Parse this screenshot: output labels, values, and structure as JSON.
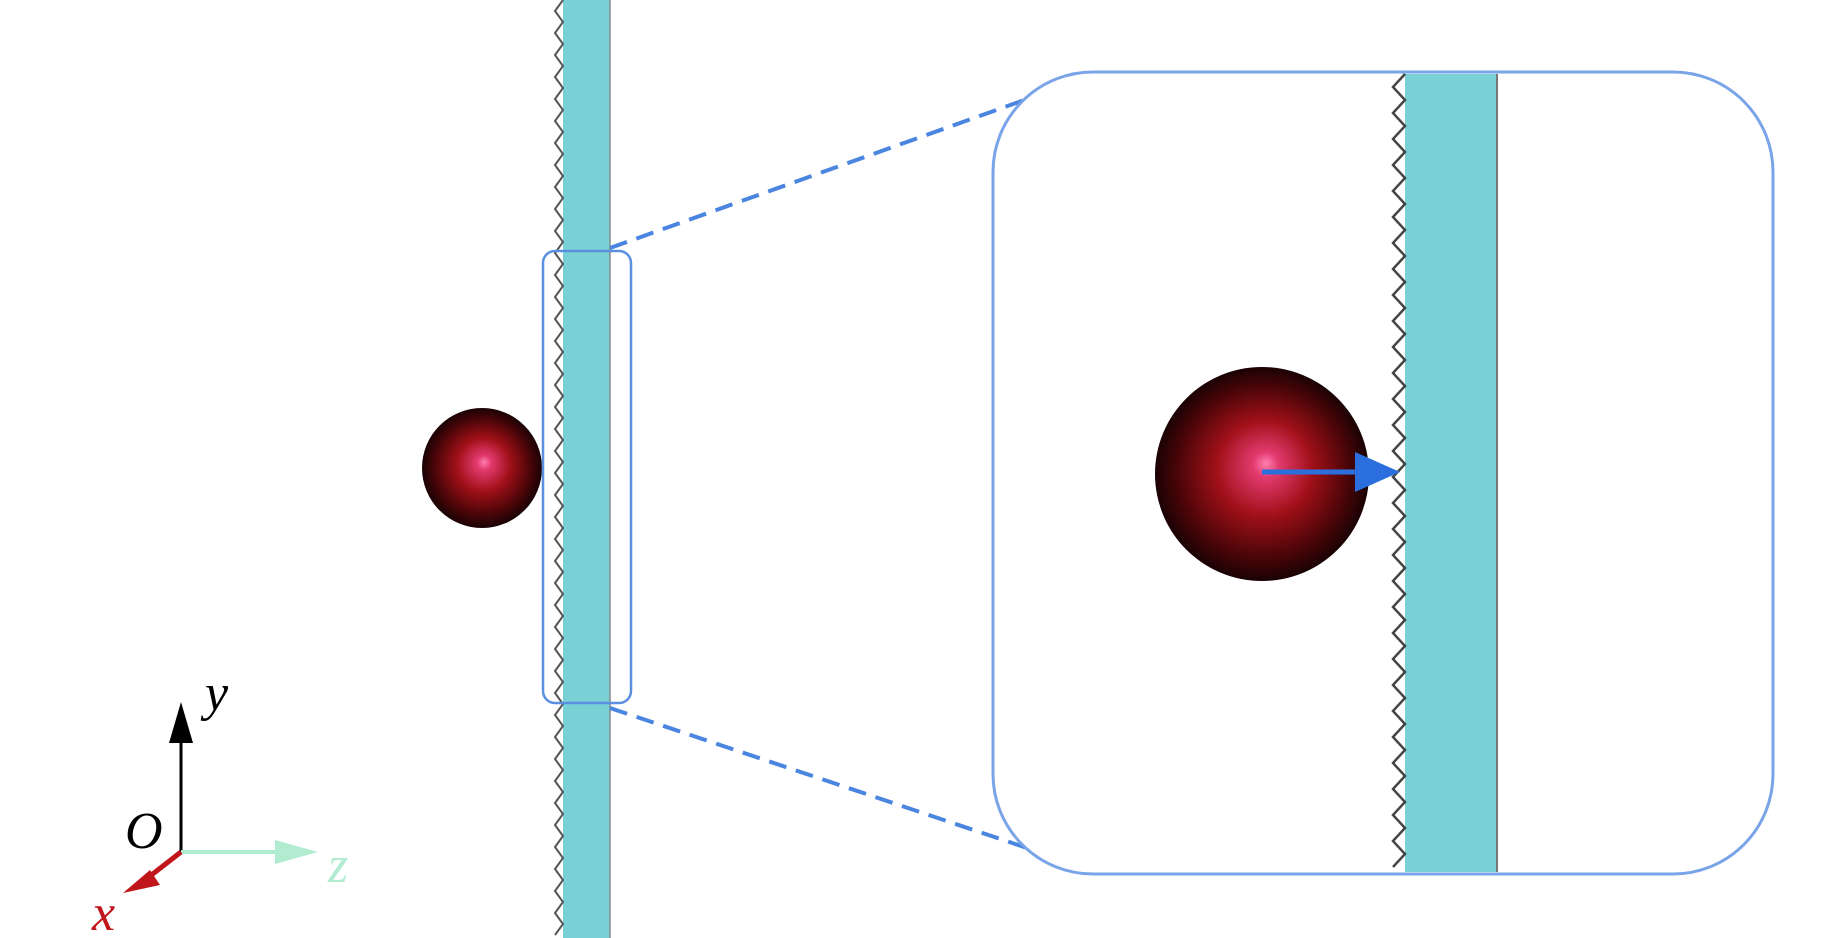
{
  "axes": {
    "origin_label": "O",
    "x_label": "x",
    "y_label": "y",
    "z_label": "z"
  },
  "colors": {
    "slab_fill": "#79d0d5",
    "slab_edge": "#555555",
    "particle_core": "#e23a6e",
    "particle_mid": "#a01018",
    "particle_edge": "#1a0204",
    "zoom_frame": "#5b8fe0",
    "arrow": "#2a6fdd",
    "axis_x": "#c0151b",
    "axis_y": "#000000",
    "axis_z": "#b2ecd0"
  },
  "icons": {
    "particle": "red-sphere",
    "surface": "rough-slab",
    "direction": "right-arrow"
  }
}
